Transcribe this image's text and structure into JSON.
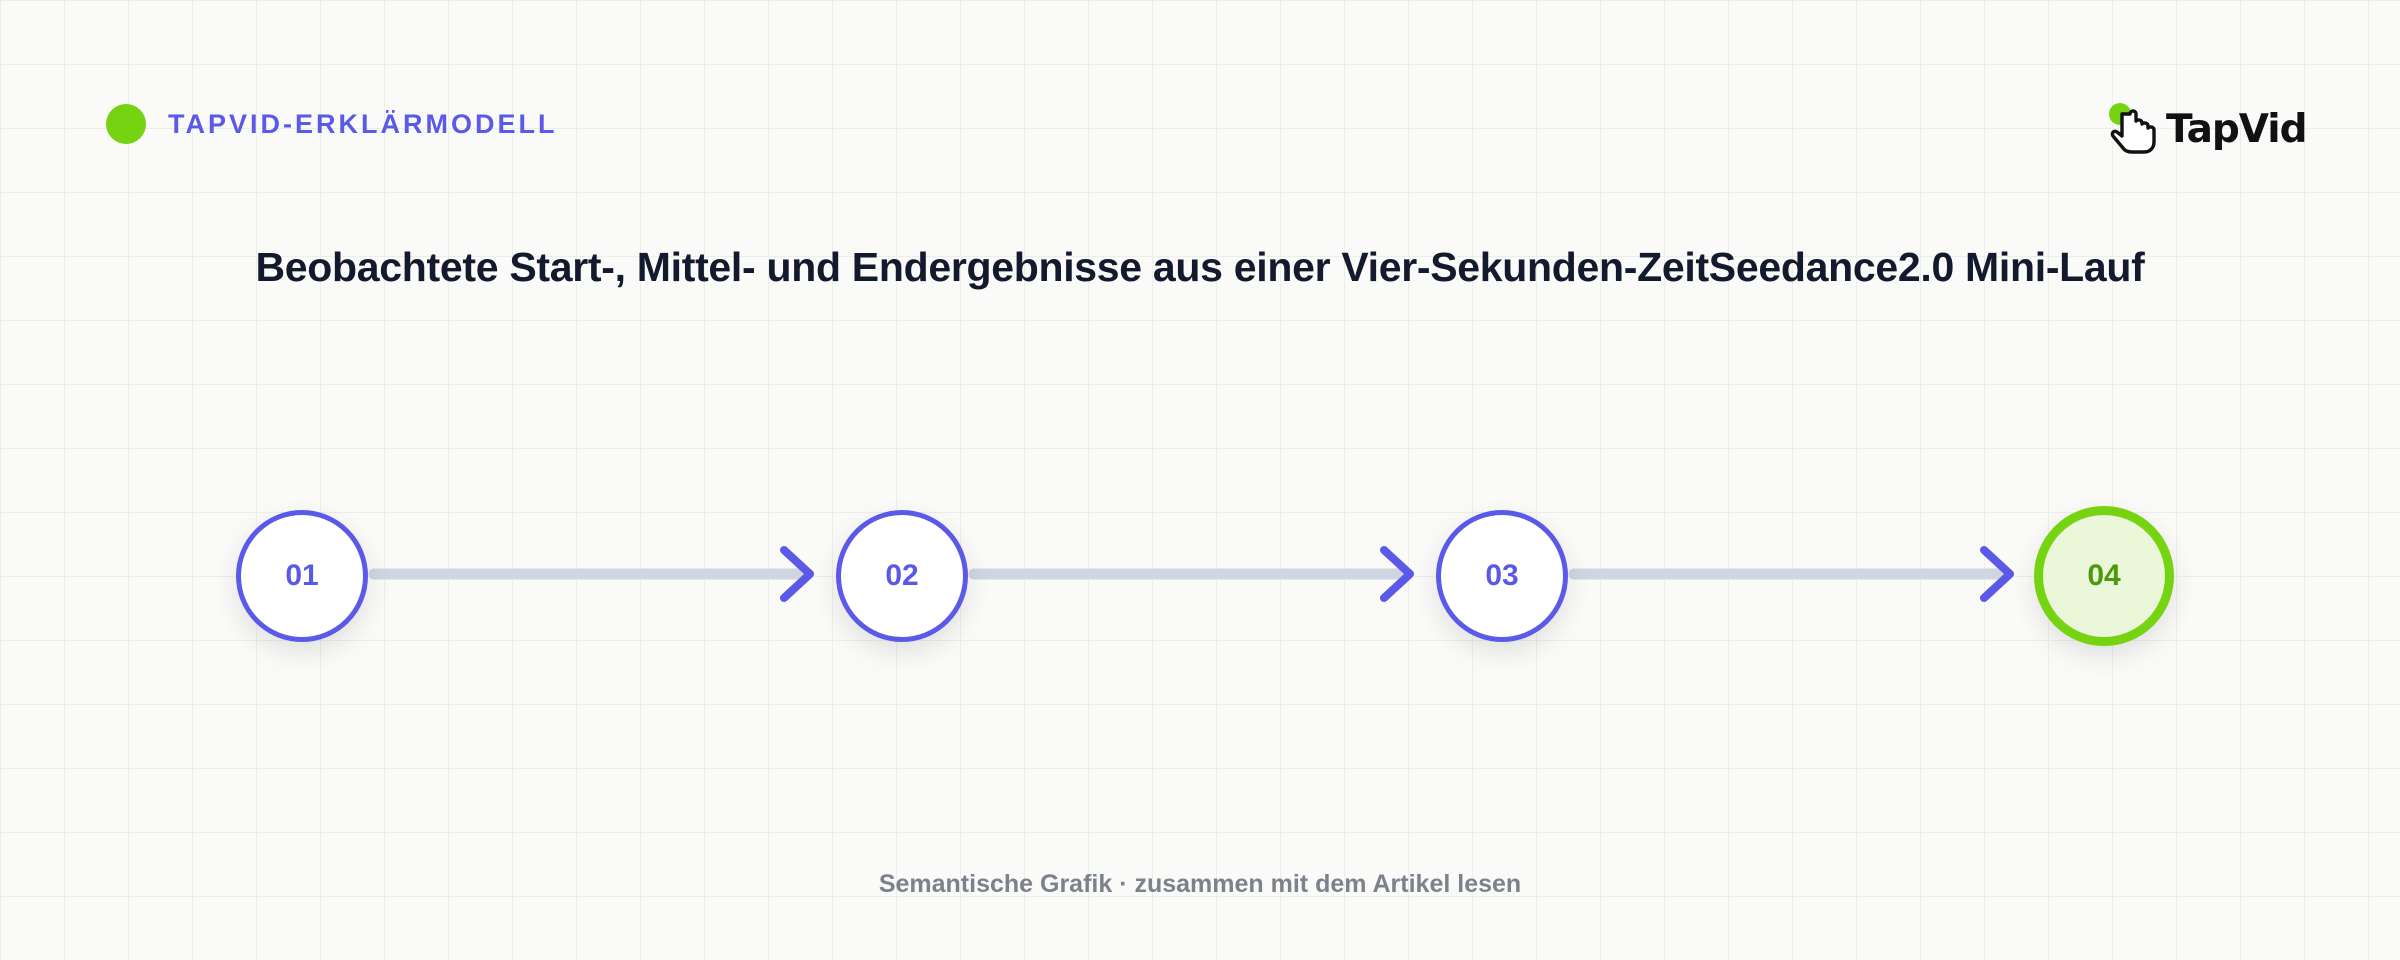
{
  "header": {
    "tag": "TAPVID-ERKLÄRMODELL",
    "logo_text": "TapVid",
    "logo_icon": "pointing-hand-icon"
  },
  "title": "Beobachtete Start-, Mittel- und Endergebnisse aus einer Vier-Sekunden-ZeitSeedance2.0 Mini-Lauf",
  "steps": [
    {
      "label": "01"
    },
    {
      "label": "02"
    },
    {
      "label": "03"
    },
    {
      "label": "04"
    }
  ],
  "colors": {
    "accent": "#5b59e8",
    "final": "#76d312",
    "connector": "#cfd6e2",
    "title": "#141a2e"
  },
  "footer": "Semantische Grafik · zusammen mit dem Artikel lesen"
}
